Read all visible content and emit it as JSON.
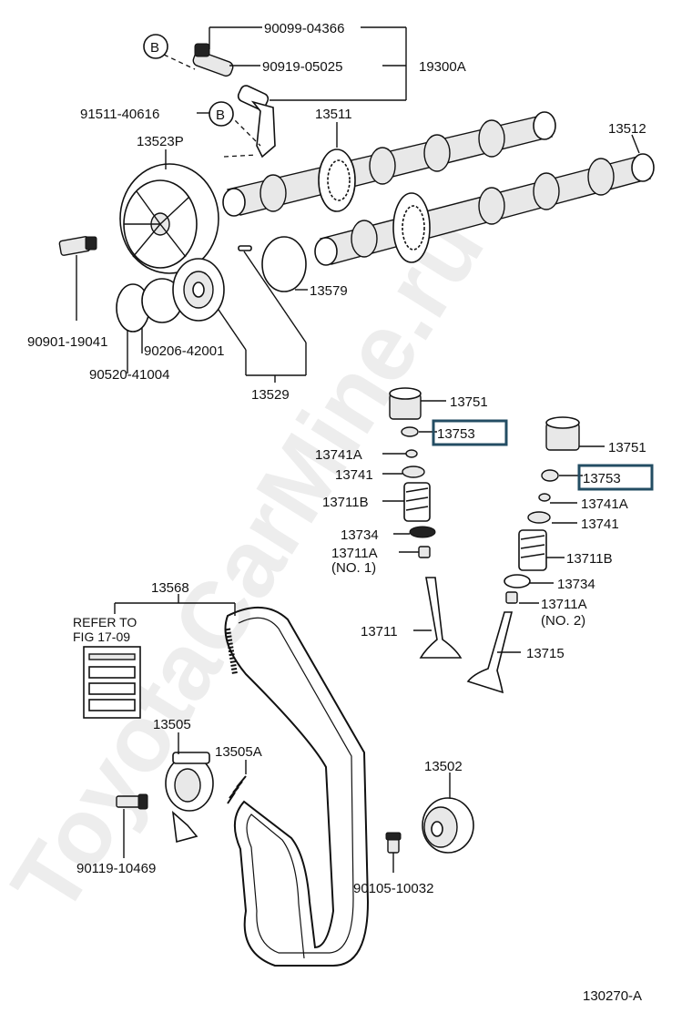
{
  "watermark": "ToyotaCarMine.ru",
  "figure_id": "130270-A",
  "refer": {
    "line1": "REFER TO",
    "line2": "FIG 17-09"
  },
  "marker_letter": "B",
  "parts": {
    "p90099_04366": "90099-04366",
    "p90919_05025": "90919-05025",
    "p19300A": "19300A",
    "p91511_40616": "91511-40616",
    "p13511": "13511",
    "p13512": "13512",
    "p13523P": "13523P",
    "p13579": "13579",
    "p90901_19041": "90901-19041",
    "p90206_42001": "90206-42001",
    "p90520_41004": "90520-41004",
    "p13529": "13529",
    "p13751_a": "13751",
    "p13753_a": "13753",
    "p13741A_a": "13741A",
    "p13741_a": "13741",
    "p13711B_a": "13711B",
    "p13734_a": "13734",
    "p13711A_a": "13711A",
    "no1": "(NO. 1)",
    "p13711": "13711",
    "p13751_b": "13751",
    "p13753_b": "13753",
    "p13741A_b": "13741A",
    "p13741_b": "13741",
    "p13711B_b": "13711B",
    "p13734_b": "13734",
    "p13711A_b": "13711A",
    "no2": "(NO. 2)",
    "p13715": "13715",
    "p13568": "13568",
    "p13505": "13505",
    "p13505A": "13505A",
    "p90119_10469": "90119-10469",
    "p13502": "13502",
    "p90105_10032": "90105-10032"
  }
}
